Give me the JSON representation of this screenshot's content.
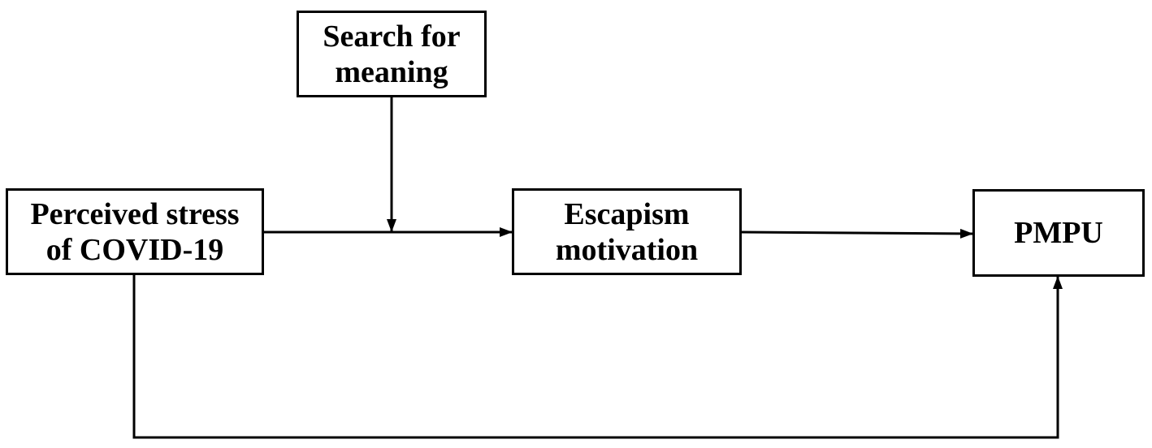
{
  "diagram": {
    "nodes": {
      "moderator": {
        "lines": [
          "Search for",
          "meaning"
        ]
      },
      "predictor": {
        "lines": [
          "Perceived stress",
          "of COVID-19"
        ]
      },
      "mediator": {
        "lines": [
          "Escapism",
          "motivation"
        ]
      },
      "outcome": {
        "lines": [
          "PMPU"
        ]
      }
    },
    "edges": [
      {
        "from": "predictor",
        "to": "mediator",
        "type": "arrow"
      },
      {
        "from": "moderator",
        "to": "predictor-mediator-path",
        "type": "moderation-arrow"
      },
      {
        "from": "mediator",
        "to": "outcome",
        "type": "arrow"
      },
      {
        "from": "predictor",
        "to": "outcome",
        "type": "elbow-arrow"
      }
    ],
    "colors": {
      "line": "#000000",
      "box_fill": "#ffffff",
      "text": "#000000"
    }
  }
}
